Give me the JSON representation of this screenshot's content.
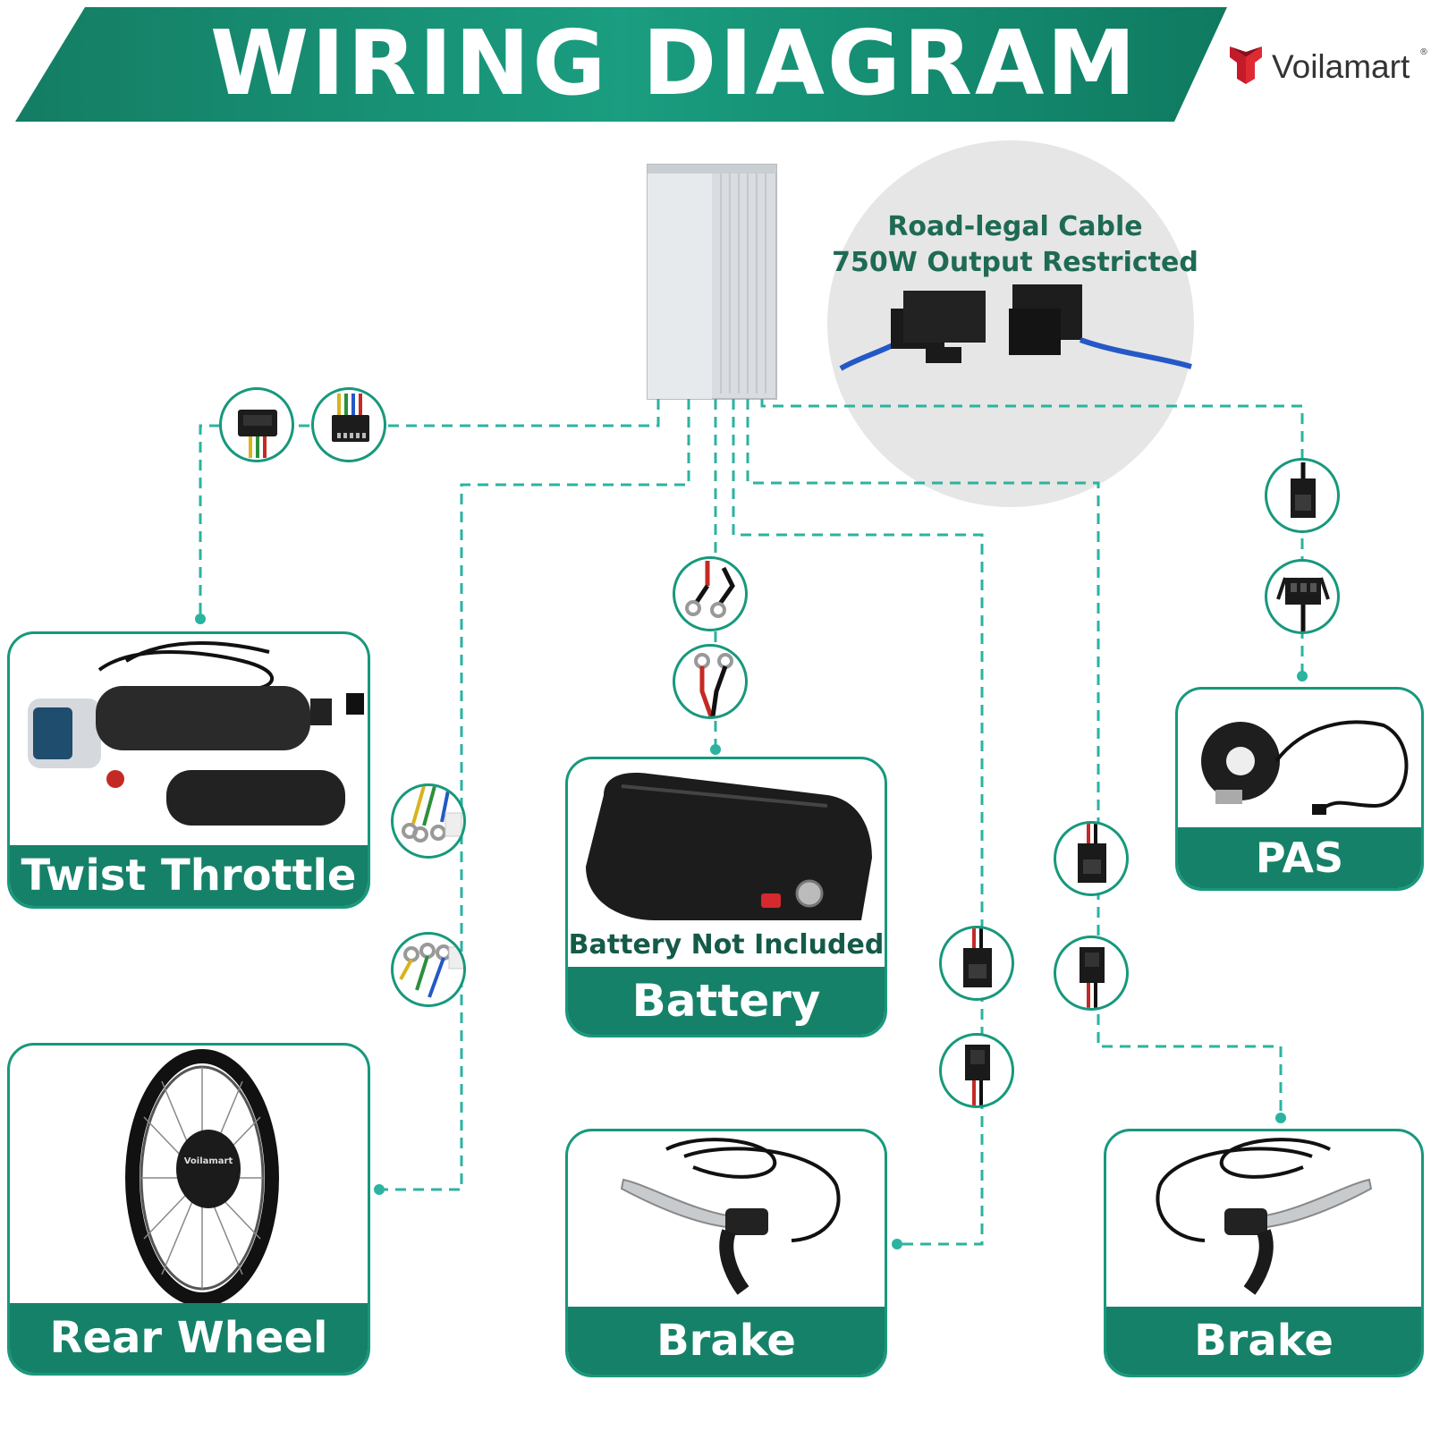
{
  "header": {
    "title": "WIRING DIAGRAM",
    "brand": "Voilamart",
    "brand_mark": "®"
  },
  "controller_note": {
    "line1": "Road-legal Cable",
    "line2": "750W Output Restricted"
  },
  "components": {
    "twist_throttle": "Twist Throttle",
    "battery": "Battery",
    "battery_note": "Battery Not Included",
    "rear_wheel": "Rear Wheel",
    "brake_left": "Brake",
    "brake_right": "Brake",
    "pas": "PAS",
    "wheel_logo": "Voilamart"
  },
  "colors": {
    "accent": "#158168",
    "wire": "#2bb3a0",
    "border": "#17987c",
    "note_bg": "#e6e6e6"
  }
}
